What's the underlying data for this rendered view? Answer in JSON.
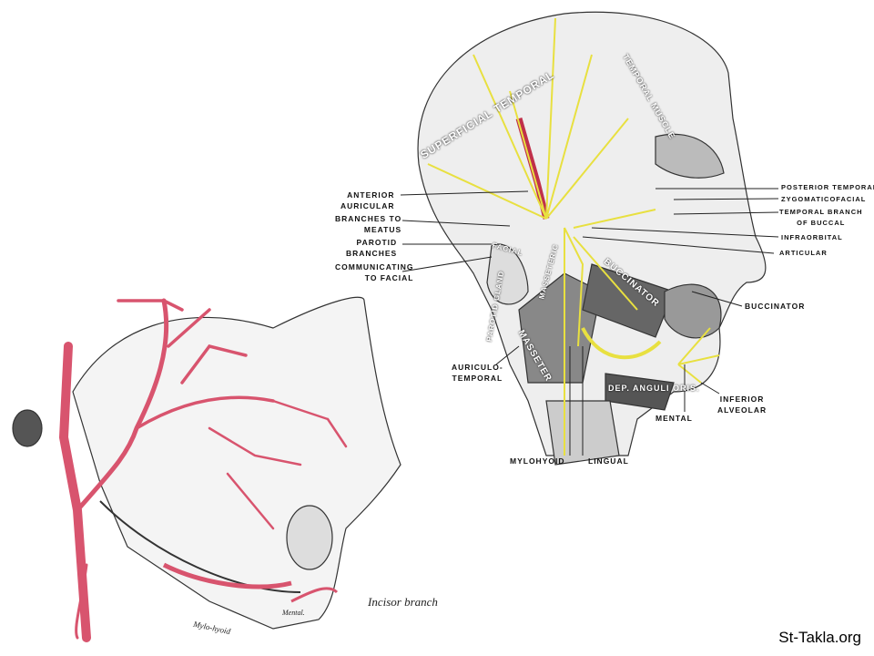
{
  "right_figure": {
    "labels": {
      "anterior_auricular": [
        "ANTERIOR",
        "AURICULAR"
      ],
      "branches_to_meatus": [
        "BRANCHES TO",
        "MEATUS"
      ],
      "parotid_branches": [
        "PAROTID",
        "BRANCHES"
      ],
      "communicating_to_facial": [
        "COMMUNICATING",
        "TO FACIAL"
      ],
      "posterior_temporal": "POSTERIOR TEMPORAL",
      "zygomaticofacial": "ZYGOMATICOFACIAL",
      "temporal_branch_of_buccal": [
        "TEMPORAL BRANCH",
        "OF BUCCAL"
      ],
      "infraorbital": "INFRAORBITAL",
      "articular": "ARTICULAR",
      "buccinator": "BUCCINATOR",
      "auriculo_temporal": [
        "AURICULO-",
        "TEMPORAL"
      ],
      "mental": "MENTAL",
      "inferior_alveolar": [
        "INFERIOR",
        "ALVEOLAR"
      ],
      "mylohyoid": "MYLOHYOID",
      "lingual": "LINGUAL"
    },
    "inline_labels": {
      "superficial_temporal": "SUPERFICIAL TEMPORAL",
      "temporal_muscle": "TEMPORAL MUSCLE",
      "parotid_gland": "PAROTID GLAND",
      "facial": "FACIAL",
      "masseteric": "MASSETERIC",
      "buccinator_muscle": "BUCCINATOR",
      "masseter": "MASSETER",
      "dep_anguli_oris": "DEP. ANGULI ORIS."
    }
  },
  "left_figure": {
    "incisor_branch": "Incisor branch",
    "mental": "Mental.",
    "mylo_hyoid": "Mylo-hyoid"
  },
  "watermark": "St-Takla.org",
  "colors": {
    "artery": "#d8546e",
    "nerve": "#e8e040",
    "ink": "#222222"
  }
}
